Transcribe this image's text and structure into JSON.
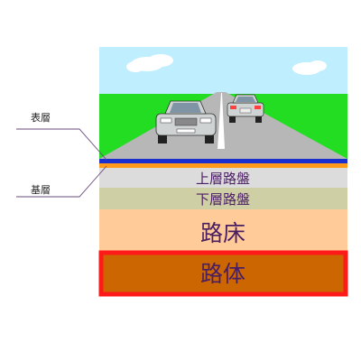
{
  "labels": {
    "surface_layer": "表層",
    "base_layer": "基層"
  },
  "layers": {
    "upper_subbase": "上層路盤",
    "lower_subbase": "下層路盤",
    "subgrade": "路床",
    "road_body": "路体"
  },
  "colors": {
    "sky": "#bfeeff",
    "grass": "#22dd22",
    "road": "#b7b7b7",
    "surface_band": "#1a2fd0",
    "base_band": "#ff9a1a",
    "upper_subbase": "#dcdcdc",
    "lower_subbase": "#cfcfa5",
    "subgrade": "#ffcc99",
    "road_body": "#cc6600",
    "road_body_border": "#ff1a1a",
    "label_text": "#4a1e63"
  },
  "icons": {
    "car_near": "car-icon",
    "car_far": "car-icon",
    "clouds": "cloud-icon"
  }
}
